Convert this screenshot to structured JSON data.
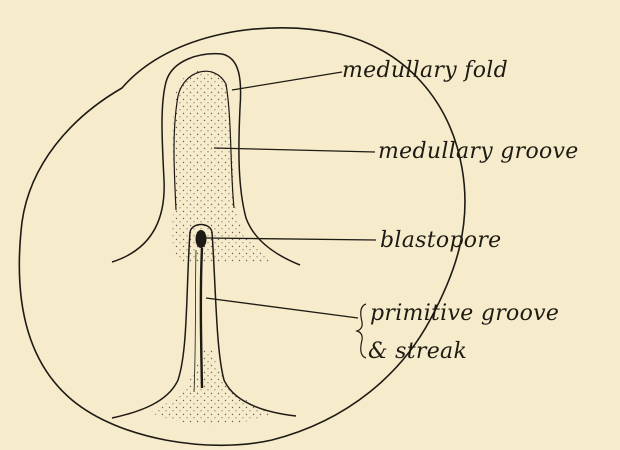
{
  "colors": {
    "paper": "#f6eccb",
    "ink": "#1e1a14",
    "stipple": "#6b6356"
  },
  "labels": {
    "medullary_fold": "medullary fold",
    "medullary_groove": "medullary groove",
    "blastopore": "blastopore",
    "primitive_groove_line1": "primitive groove",
    "primitive_groove_line2": "& streak"
  }
}
